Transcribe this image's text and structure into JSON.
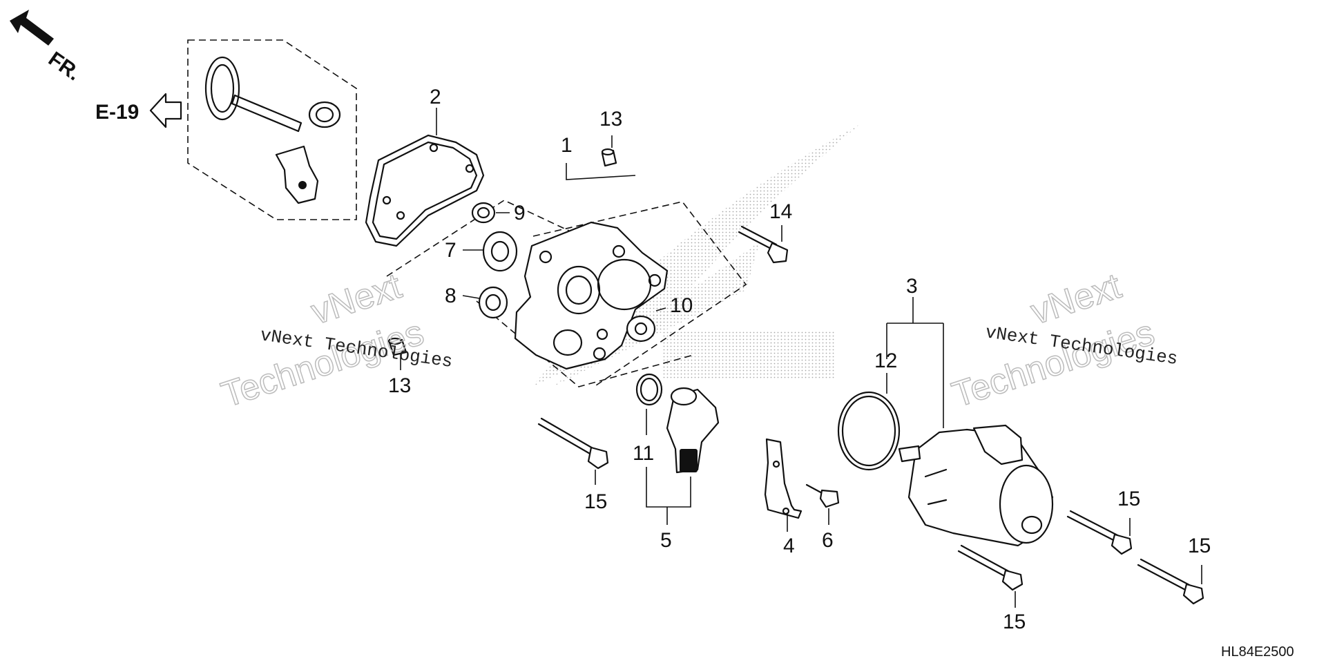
{
  "direction": {
    "label": "FR."
  },
  "reference": {
    "label": "E-19"
  },
  "watermark": {
    "line1": "vNext",
    "line2": "Technologies",
    "caption": "vNext Technologies"
  },
  "callouts": [
    "1",
    "2",
    "3",
    "4",
    "5",
    "6",
    "7",
    "8",
    "9",
    "10",
    "11",
    "12",
    "13",
    "13",
    "14",
    "15",
    "15",
    "15",
    "15"
  ],
  "diagram_code": "HL84E2500"
}
